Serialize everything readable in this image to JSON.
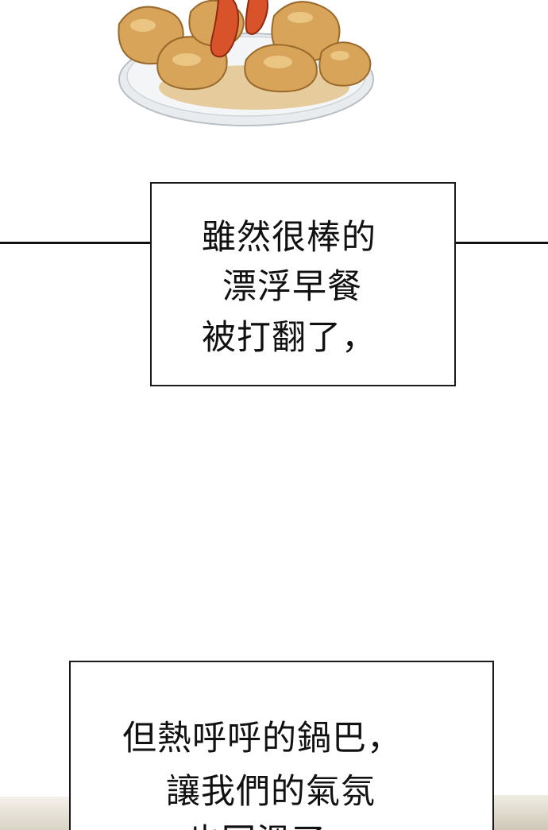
{
  "captions": [
    {
      "lines": [
        "雖然很棒的",
        "漂浮早餐",
        "被打翻了，"
      ]
    },
    {
      "lines": [
        "但熱呼呼的鍋巴，",
        "讓我們的氣氛",
        "也回溫了"
      ]
    }
  ],
  "colors": {
    "background": "#ffffff",
    "ink": "#111111",
    "sauce": "#d7a45a",
    "shrimp": "#d9532a",
    "plate": "#e9ecef"
  }
}
